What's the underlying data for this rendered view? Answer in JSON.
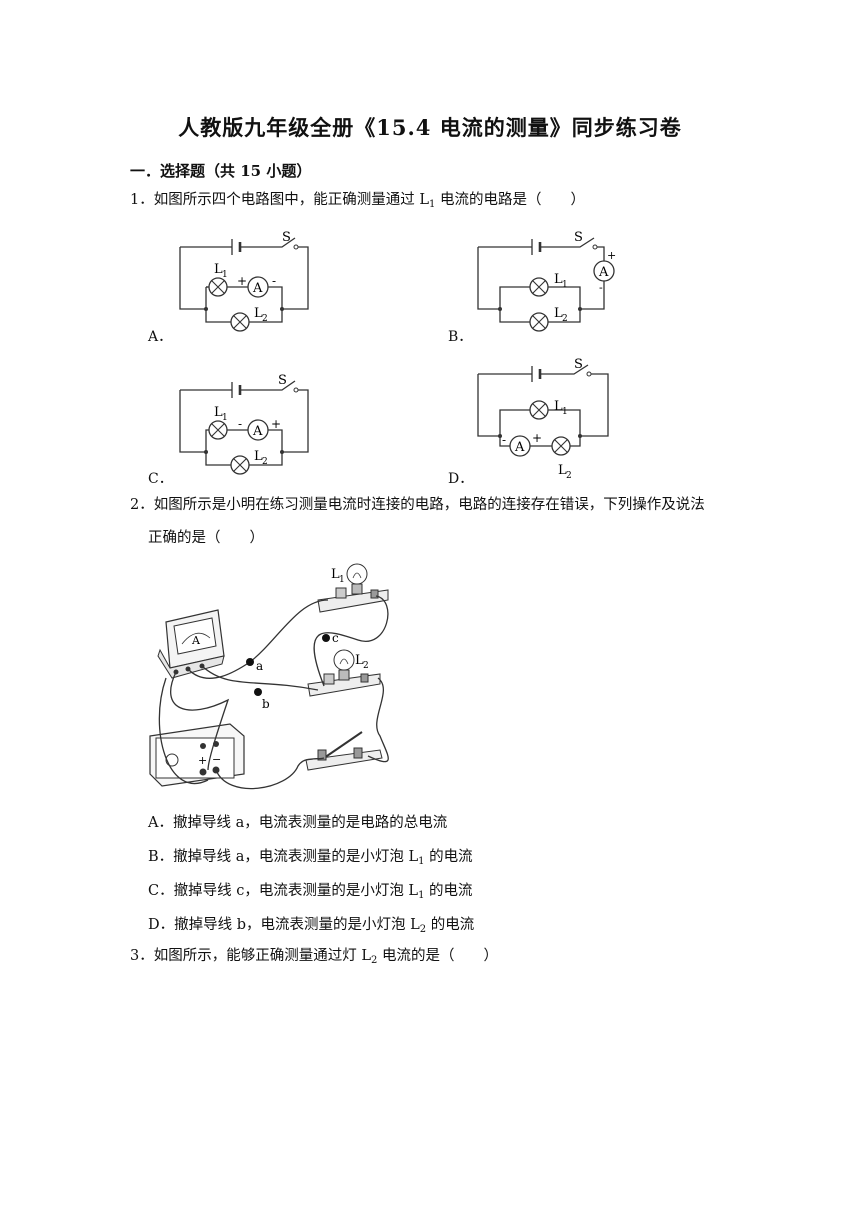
{
  "doc": {
    "title": "人教版九年级全册《15.4  电流的测量》同步练习卷",
    "section": "一．选择题（共 15 小题）"
  },
  "q1": {
    "stem_pre": "1．如图所示四个电路图中，能正确测量通过 L",
    "stem_sub": "1",
    "stem_post": " 电流的电路是（　　）",
    "labels": [
      "A．",
      "B．",
      "C．",
      "D．"
    ],
    "circuit_text": {
      "s": "S",
      "a": "A",
      "l": "L",
      "one": "1",
      "two": "2",
      "plus": "+",
      "minus": "-"
    }
  },
  "q2": {
    "stem_line1": "2．如图所示是小明在练习测量电流时连接的电路，电路的连接存在错误，下列操作及说法",
    "stem_line2": "正确的是（　　）",
    "photo": {
      "wire_a": "a",
      "wire_b": "b",
      "wire_c": "c",
      "l1": "L",
      "l1_sub": "1",
      "l2": "L",
      "l2_sub": "2",
      "meter_a": "A",
      "plus": "+",
      "minus": "−"
    },
    "options": [
      {
        "text": "A．撤掉导线 a，电流表测量的是电路的总电流"
      },
      {
        "pre": "B．撤掉导线 a，电流表测量的是小灯泡 L",
        "sub": "1",
        "post": " 的电流"
      },
      {
        "pre": "C．撤掉导线 c，电流表测量的是小灯泡 L",
        "sub": "1",
        "post": " 的电流"
      },
      {
        "pre": "D．撤掉导线 b，电流表测量的是小灯泡 L",
        "sub": "2",
        "post": " 的电流"
      }
    ]
  },
  "q3": {
    "stem_pre": "3．如图所示，能够正确测量通过灯 L",
    "stem_sub": "2",
    "stem_post": " 电流的是（　　）"
  }
}
